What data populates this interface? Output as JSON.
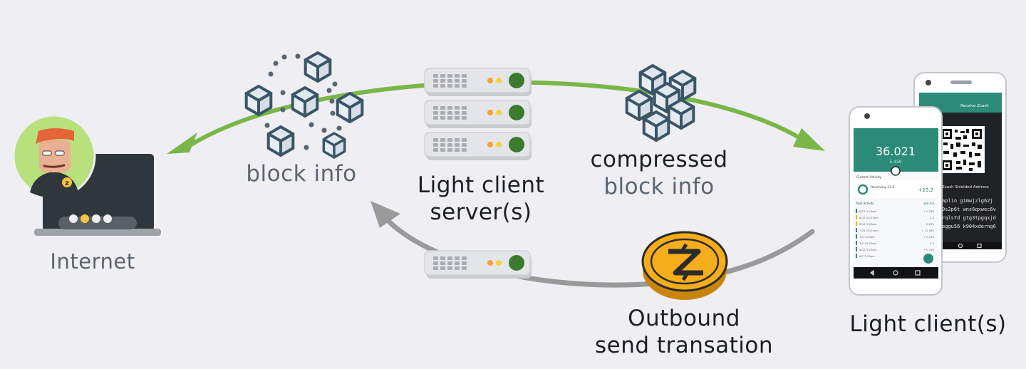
{
  "labels": {
    "internet": "Internet",
    "block_info": "block info",
    "light_client_server_line1": "Light client",
    "light_client_server_line2": "server(s)",
    "compressed_line1": "compressed",
    "compressed_line2": "block info",
    "outbound_line1": "Outbound",
    "outbound_line2": "send transation",
    "light_clients": "Light client(s)"
  },
  "phone_front": {
    "balance": "36.021",
    "balance_sub": "5,459",
    "current_activity": "Current Activity",
    "receiving": "Receiving 23.2",
    "receiving_amount": "+23.2",
    "past_activity": "Past Activity",
    "see_all": "SEE ALL",
    "rows": [
      {
        "date": "8/13 3:23pm",
        "amount": "+ 0.280"
      },
      {
        "date": "8/23 10:23pm",
        "amount": "2.3"
      },
      {
        "date": "8/14 3:23pm",
        "amount": "- 0.872"
      },
      {
        "date": "7/22 10:23pm",
        "amount": "+ 12.980"
      },
      {
        "date": "7/2 3:23pm",
        "amount": "+ 0.294"
      },
      {
        "date": "7/2 10:50pm",
        "amount": "2.3"
      },
      {
        "date": "6/22 3:23pm",
        "amount": "+ 0.794"
      },
      {
        "date": "6/7 2:30pm",
        "amount": ""
      }
    ]
  },
  "phone_back": {
    "title": "Receive Zcash",
    "address_title": "Zcash Shielded Address",
    "address_lines": [
      "aplin  g1mwjzlg62j",
      "0s2p6t  wns6qxwec6v",
      "rqls7d  gtg3tpgqxjd",
      "eggu56  k904xderng6"
    ]
  },
  "colors": {
    "background": "#eeeef3",
    "green_arrow": "#7ab648",
    "grey_arrow": "#9a9a9a",
    "cube_stroke": "#3a5666",
    "cube_fill": "#dfe7ef",
    "server_led": "#3c7a2e",
    "coin": "#f5ad1b",
    "app_teal": "#2b8a78"
  },
  "icons": [
    "user-avatar-icon",
    "laptop-icon",
    "cube-icon",
    "server-icon",
    "zcash-coin-icon",
    "phone-icon",
    "qr-code-icon"
  ]
}
